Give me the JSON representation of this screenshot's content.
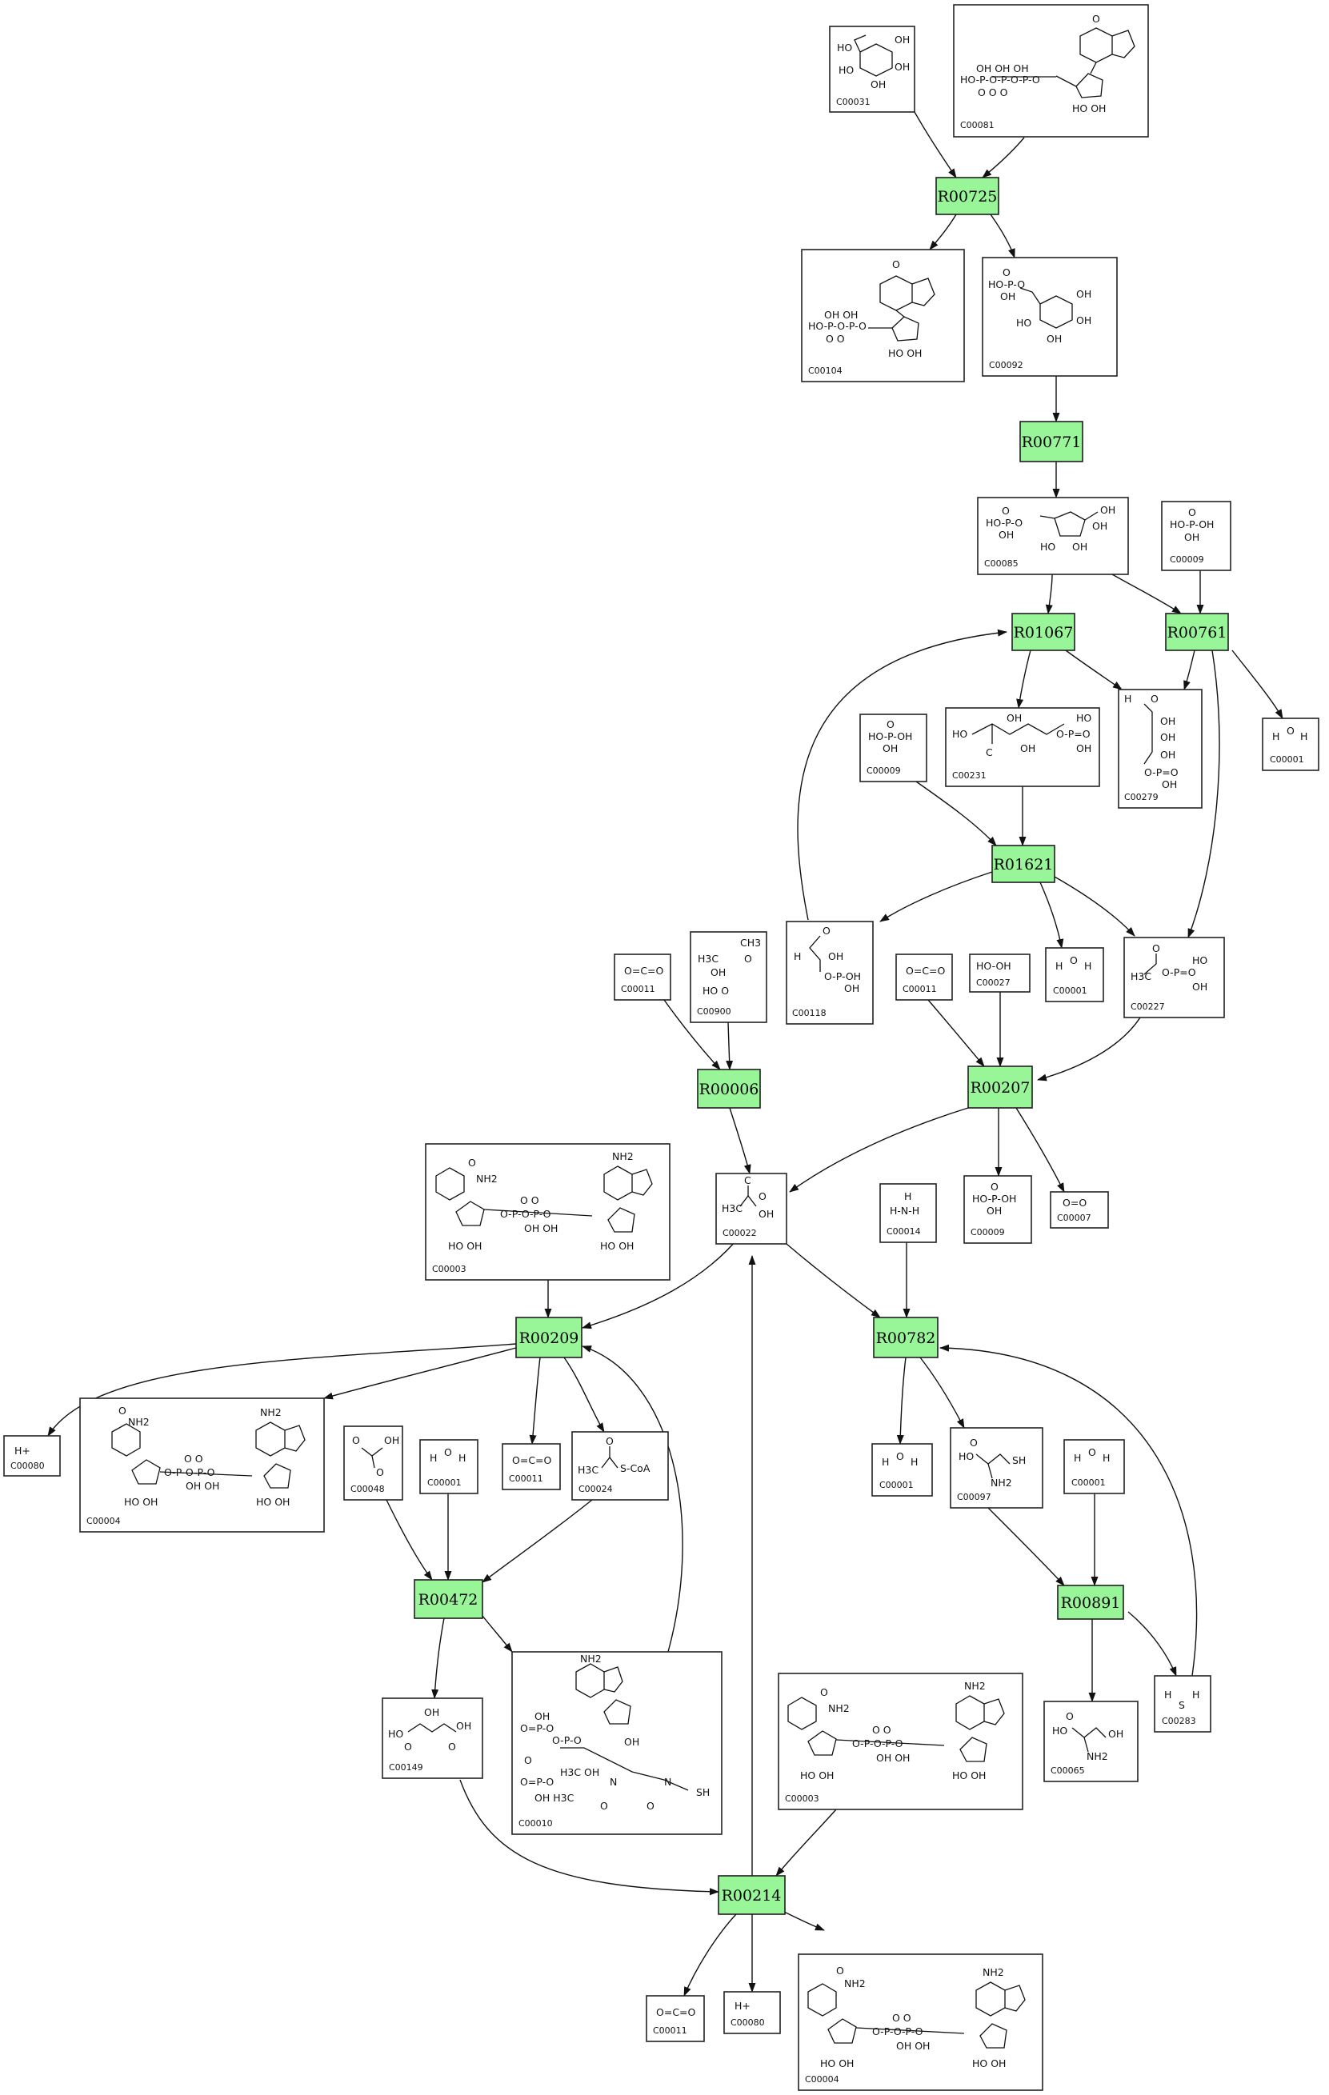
{
  "reactions": [
    {
      "id": "R00725"
    },
    {
      "id": "R00771"
    },
    {
      "id": "R01067"
    },
    {
      "id": "R00761"
    },
    {
      "id": "R01621"
    },
    {
      "id": "R00006"
    },
    {
      "id": "R00207"
    },
    {
      "id": "R00209"
    },
    {
      "id": "R00782"
    },
    {
      "id": "R00472"
    },
    {
      "id": "R00891"
    },
    {
      "id": "R00214"
    }
  ],
  "compounds": [
    {
      "id": "C00031",
      "formula": ""
    },
    {
      "id": "C00081",
      "formula": ""
    },
    {
      "id": "C00104",
      "formula": ""
    },
    {
      "id": "C00092",
      "formula": ""
    },
    {
      "id": "C00085",
      "formula": ""
    },
    {
      "id": "C00009",
      "formula": "HO-P(=O)(OH)-OH"
    },
    {
      "id": "C00231",
      "formula": ""
    },
    {
      "id": "C00279",
      "formula": ""
    },
    {
      "id": "C00001",
      "formula": "H-O-H"
    },
    {
      "id": "C00009",
      "formula": "HO-P(=O)(OH)-OH"
    },
    {
      "id": "C00011",
      "formula": "O=C=O"
    },
    {
      "id": "C00900",
      "formula": ""
    },
    {
      "id": "C00118",
      "formula": ""
    },
    {
      "id": "C00011",
      "formula": "O=C=O"
    },
    {
      "id": "C00027",
      "formula": "HO-OH"
    },
    {
      "id": "C00001",
      "formula": "H-O-H"
    },
    {
      "id": "C00227",
      "formula": ""
    },
    {
      "id": "C00003",
      "formula": ""
    },
    {
      "id": "C00022",
      "formula": ""
    },
    {
      "id": "C00014",
      "formula": "NH3"
    },
    {
      "id": "C00009",
      "formula": "HO-P(=O)(OH)-OH"
    },
    {
      "id": "C00007",
      "formula": "O=O"
    },
    {
      "id": "C00080",
      "formula": "H+"
    },
    {
      "id": "C00004",
      "formula": ""
    },
    {
      "id": "C00048",
      "formula": ""
    },
    {
      "id": "C00001",
      "formula": "H-O-H"
    },
    {
      "id": "C00011",
      "formula": "O=C=O"
    },
    {
      "id": "C00024",
      "formula": "CH3-CO-S-CoA"
    },
    {
      "id": "C00001",
      "formula": "H-O-H"
    },
    {
      "id": "C00097",
      "formula": ""
    },
    {
      "id": "C00001",
      "formula": "H-O-H"
    },
    {
      "id": "C00149",
      "formula": ""
    },
    {
      "id": "C00010",
      "formula": ""
    },
    {
      "id": "C00003",
      "formula": ""
    },
    {
      "id": "C00065",
      "formula": ""
    },
    {
      "id": "C00283",
      "formula": "H-S-H"
    },
    {
      "id": "C00011",
      "formula": "O=C=O"
    },
    {
      "id": "C00080",
      "formula": "H+"
    },
    {
      "id": "C00004",
      "formula": ""
    }
  ]
}
